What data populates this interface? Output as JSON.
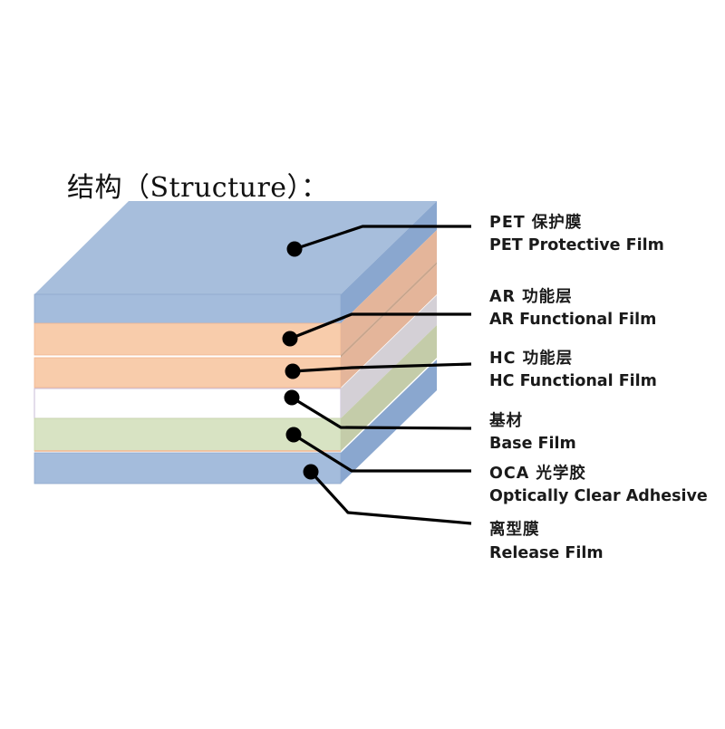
{
  "title": "结构（Structure）：",
  "layers": [
    {
      "id": "pet",
      "zh": "PET 保护膜",
      "en": "PET Protective Film",
      "color": "#a4bcdc"
    },
    {
      "id": "ar",
      "zh": "AR 功能层",
      "en": "AR Functional Film",
      "color": "#f8ccab"
    },
    {
      "id": "hc",
      "zh": "HC 功能层",
      "en": "HC Functional Film",
      "color": "#f8ccab"
    },
    {
      "id": "base",
      "zh": "基材",
      "en": "Base Film",
      "color": "#ffffff"
    },
    {
      "id": "oca",
      "zh": "OCA 光学胶",
      "en": "Optically Clear Adhesive",
      "color": "#d8e3c3"
    },
    {
      "id": "release",
      "zh": "离型膜",
      "en": "Release Film",
      "color": "#a4bcdc"
    }
  ],
  "colors": {
    "dot": "#000000",
    "leader": "#000000",
    "text": "#1a1a1a"
  }
}
